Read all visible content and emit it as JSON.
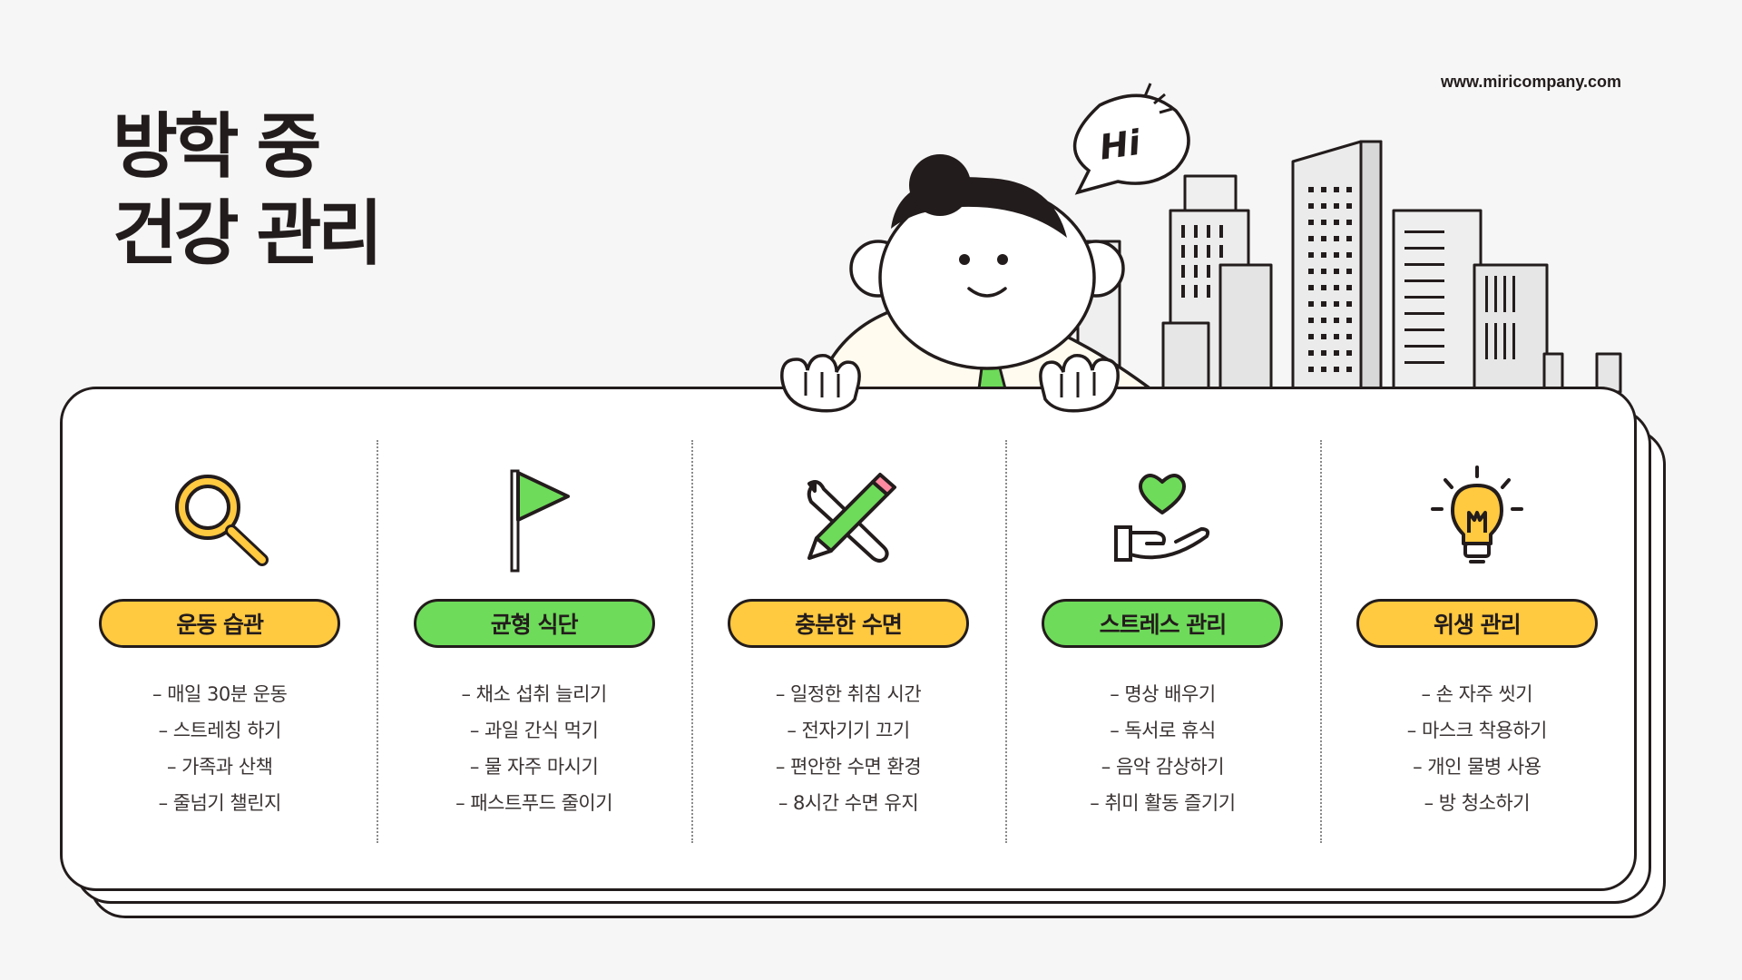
{
  "site_url": "www.miricompany.com",
  "title": {
    "line1": "방학 중",
    "line2": "건강 관리"
  },
  "speech": "Hi",
  "colors": {
    "yellow": "#ffc940",
    "green": "#6edb5a",
    "ink": "#231c1c"
  },
  "categories": [
    {
      "label": "운동 습관",
      "color": "yellow",
      "icon": "magnifier-icon",
      "items": [
        "– 매일 30분 운동",
        "– 스트레칭 하기",
        "– 가족과 산책",
        "– 줄넘기 챌린지"
      ]
    },
    {
      "label": "균형 식단",
      "color": "green",
      "icon": "flag-icon",
      "items": [
        "– 채소 섭취 늘리기",
        "– 과일 간식 먹기",
        "– 물 자주 마시기",
        "– 패스트푸드 줄이기"
      ]
    },
    {
      "label": "충분한 수면",
      "color": "yellow",
      "icon": "pencil-wrench-icon",
      "items": [
        "– 일정한 취침 시간",
        "– 전자기기 끄기",
        "– 편안한 수면 환경",
        "– 8시간 수면 유지"
      ]
    },
    {
      "label": "스트레스 관리",
      "color": "green",
      "icon": "heart-hand-icon",
      "items": [
        "– 명상 배우기",
        "– 독서로 휴식",
        "– 음악 감상하기",
        "– 취미 활동 즐기기"
      ]
    },
    {
      "label": "위생 관리",
      "color": "yellow",
      "icon": "lightbulb-icon",
      "items": [
        "– 손 자주 씻기",
        "– 마스크 착용하기",
        "– 개인 물병 사용",
        "– 방 청소하기"
      ]
    }
  ]
}
